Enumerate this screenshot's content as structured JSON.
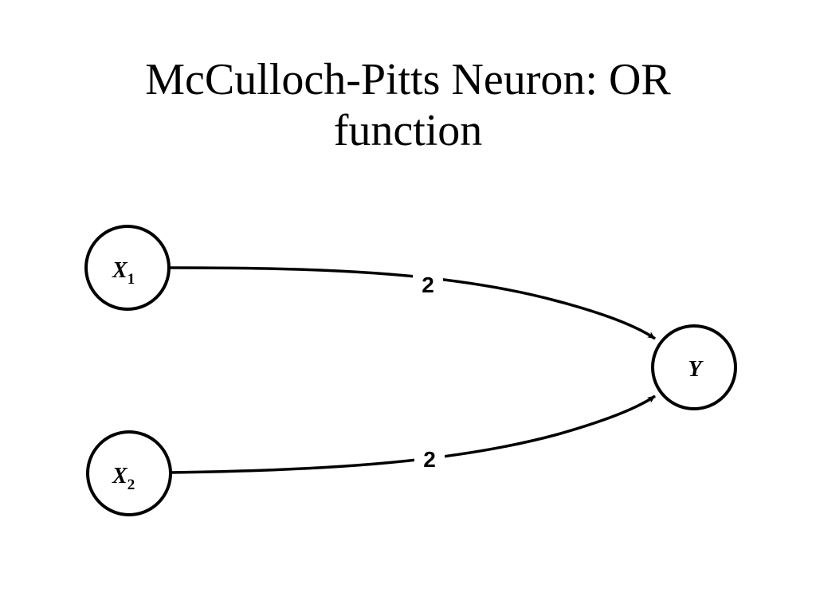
{
  "slide": {
    "title_line1": "McCulloch-Pitts Neuron: OR",
    "title_line2": "function"
  },
  "diagram": {
    "nodes": [
      {
        "id": "x1",
        "label": "X",
        "subscript": "1"
      },
      {
        "id": "x2",
        "label": "X",
        "subscript": "2"
      },
      {
        "id": "y",
        "label": "Y",
        "subscript": ""
      }
    ],
    "edges": [
      {
        "from": "x1",
        "to": "y",
        "weight": "2"
      },
      {
        "from": "x2",
        "to": "y",
        "weight": "2"
      }
    ]
  }
}
